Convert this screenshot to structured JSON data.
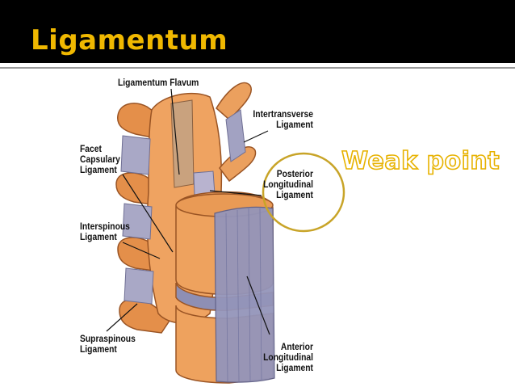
{
  "slide": {
    "title": "Ligamentum",
    "callout": "Weak point"
  },
  "colors": {
    "title_bar": "#000000",
    "title_text": "#F0B800",
    "callout_outline": "#E7B200",
    "highlight_circle": "#C8A428",
    "bone": "#E99A55",
    "ligament": "#8E8FB4"
  },
  "diagram": {
    "labels": {
      "ligamentum_flavum": "Ligamentum Flavum",
      "intertransverse": [
        "Intertransverse",
        "Ligament"
      ],
      "facet_capsulary": [
        "Facet",
        "Capsulary",
        "Ligament"
      ],
      "posterior_longitudinal": [
        "Posterior",
        "Longitudinal",
        "Ligament"
      ],
      "interspinous": [
        "Interspinous",
        "Ligament"
      ],
      "supraspinous": [
        "Supraspinous",
        "Ligament"
      ],
      "anterior_longitudinal": [
        "Anterior",
        "Longitudinal",
        "Ligament"
      ]
    }
  }
}
